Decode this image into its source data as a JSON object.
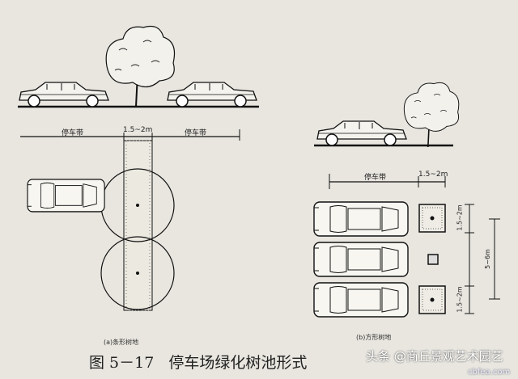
{
  "figure": {
    "number": "图 5－17",
    "title": "停车场绿化树池形式"
  },
  "panel_a": {
    "dim_labels": [
      "停车带",
      "1.5~2m",
      "停车带"
    ],
    "caption": "(a)条形树地"
  },
  "panel_b": {
    "dim_labels": [
      "停车带",
      "1.5~2m"
    ],
    "vertical_labels": [
      "1.5~2m",
      "1.5~2m",
      "5~6m"
    ],
    "caption": "(b)方形树地"
  },
  "watermark": {
    "text": "头条 @商丘景观艺术园艺",
    "site": "cbfea.com"
  }
}
